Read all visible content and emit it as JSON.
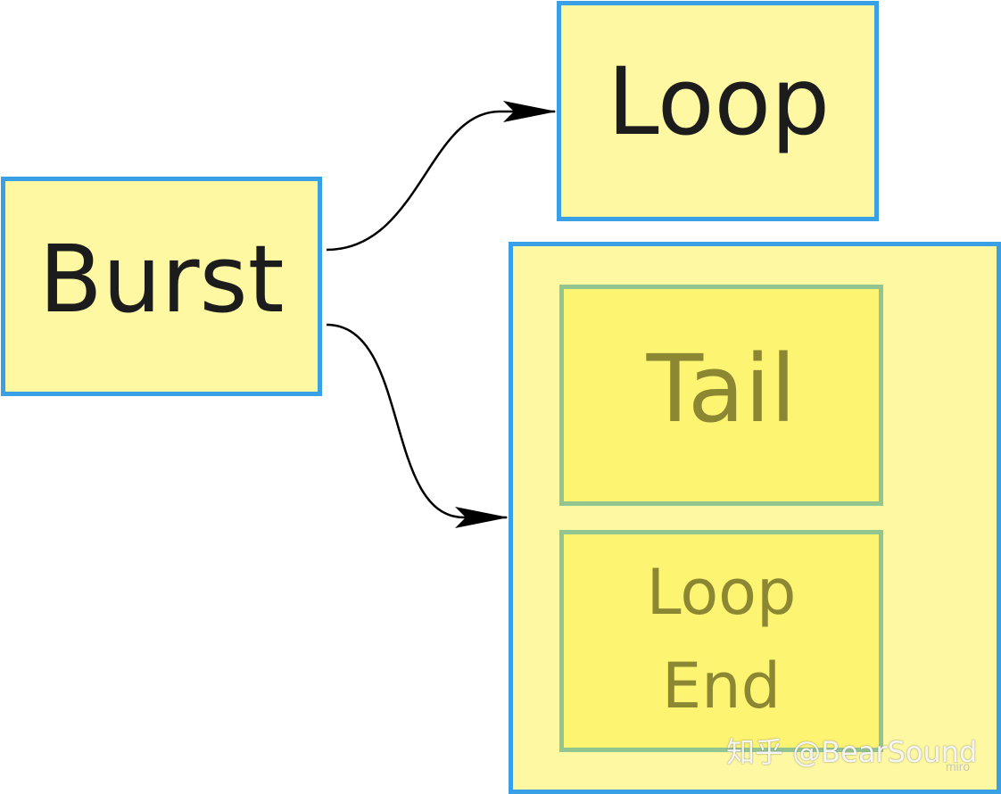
{
  "nodes": {
    "burst": {
      "label": "Burst"
    },
    "loop": {
      "label": "Loop"
    },
    "group": {
      "tail": {
        "label": "Tail"
      },
      "loop_end": {
        "line1": "Loop",
        "line2": "End"
      }
    }
  },
  "edges": [
    {
      "from": "Burst",
      "to": "Loop"
    },
    {
      "from": "Burst",
      "to": "group"
    }
  ],
  "watermark": {
    "text": "知乎 @BearSound"
  },
  "brand": {
    "logo_text": "miro"
  },
  "colors": {
    "box_fill": "#fef8a2",
    "box_border": "#3aa0e6",
    "inner_fill": "#fdf471",
    "inner_border": "#93c590",
    "inner_text": "#8c8732",
    "text": "#1c1c1c",
    "arrow": "#000000"
  }
}
